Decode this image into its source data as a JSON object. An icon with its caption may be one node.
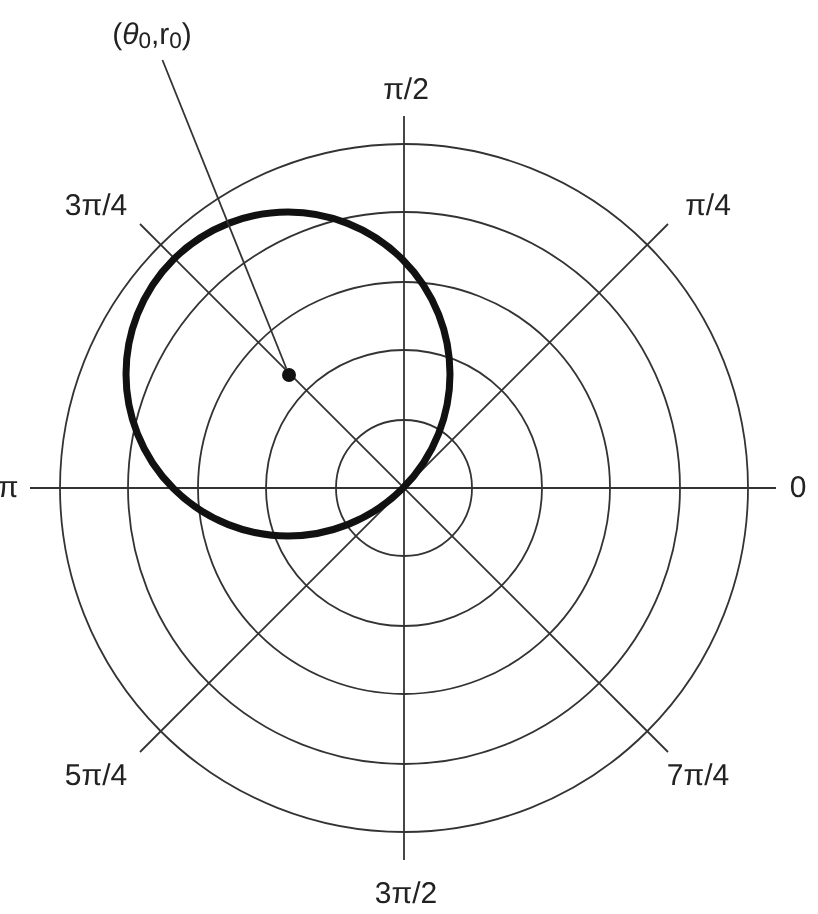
{
  "diagram": {
    "nodes": [
      {
        "text": [
          "(*θ*$_{0}$,r$_{0}$)"
        ]
      },
      {
        "text": [],
        "shape": "circle"
      }
    ],
    "edges": [
      {
        "from": 0,
        "to": 1,
        "arrow": "none"
      }
    ],
    "labels": [
      "π/2",
      "3π/4",
      "π/4",
      "π",
      "0",
      "5π/4",
      "7π/4",
      "3π/2"
    ]
  }
}
